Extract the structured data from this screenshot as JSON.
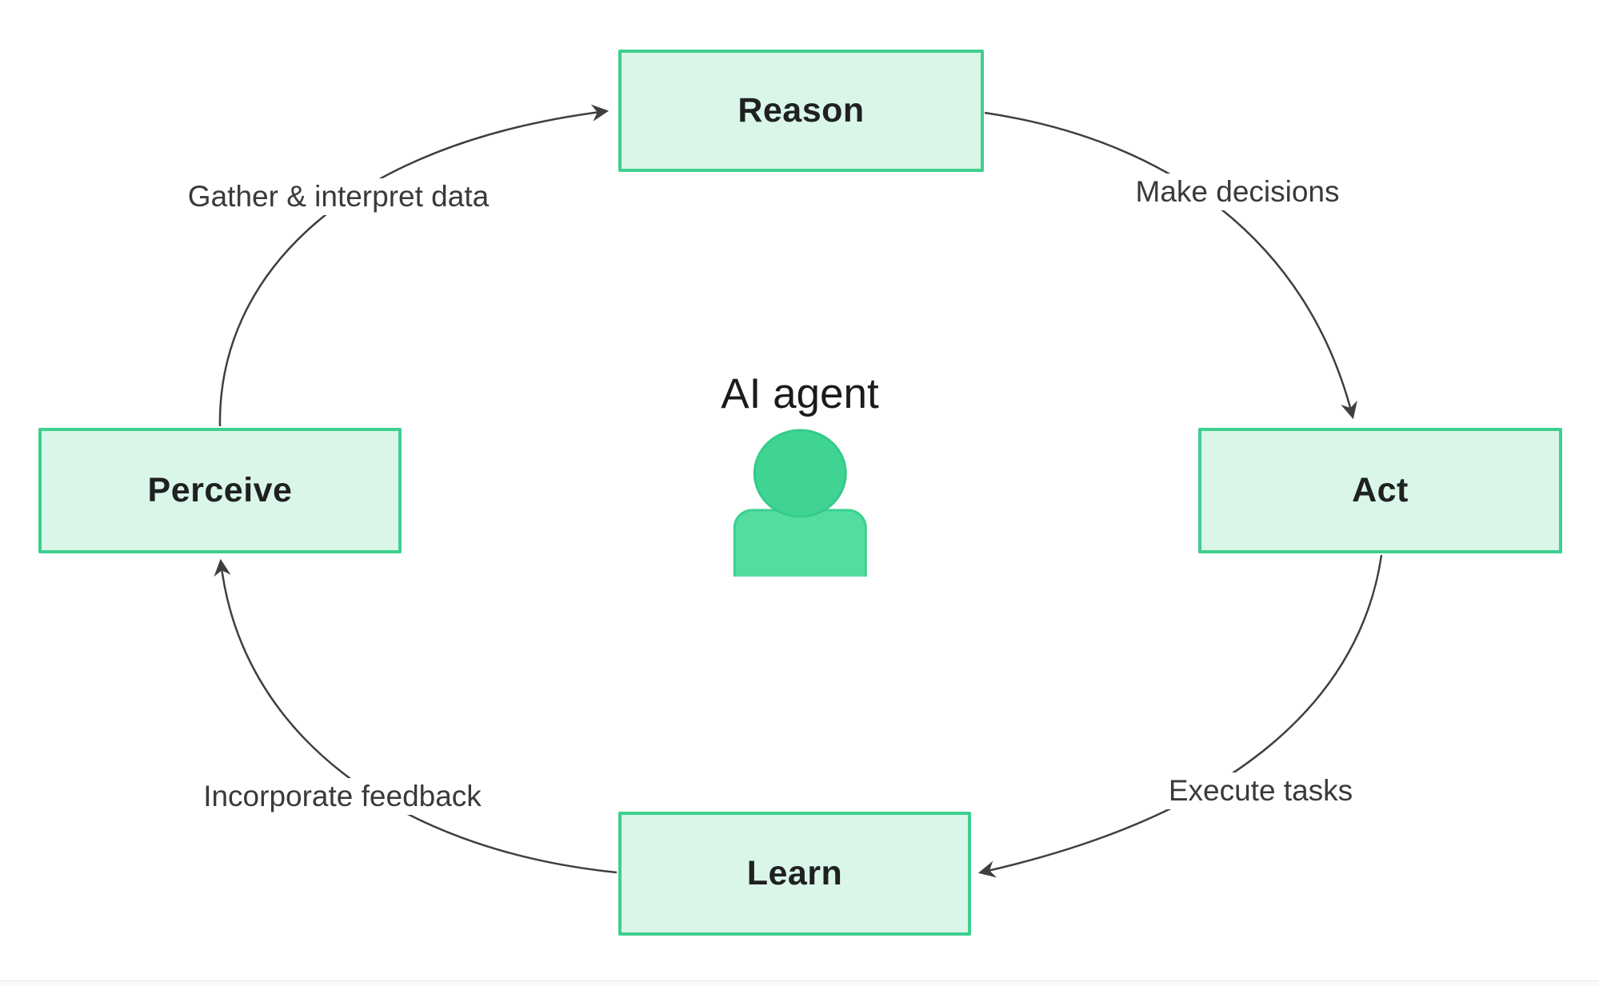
{
  "diagram": {
    "center": {
      "title": "AI agent",
      "icon": "person-icon"
    },
    "nodes": [
      {
        "id": "reason",
        "label": "Reason"
      },
      {
        "id": "act",
        "label": "Act"
      },
      {
        "id": "learn",
        "label": "Learn"
      },
      {
        "id": "perceive",
        "label": "Perceive"
      }
    ],
    "edges": [
      {
        "from": "Perceive",
        "to": "Reason",
        "label": "Gather & interpret data"
      },
      {
        "from": "Reason",
        "to": "Act",
        "label": "Make decisions"
      },
      {
        "from": "Act",
        "to": "Learn",
        "label": "Execute tasks"
      },
      {
        "from": "Learn",
        "to": "Perceive",
        "label": "Incorporate feedback"
      }
    ],
    "colors": {
      "node_fill": "#d9f6e9",
      "node_border": "#3ecf8e",
      "node_text": "#1f2121",
      "edge_line": "#3f3f3f",
      "edge_text": "#3a3a3a",
      "icon_head_fill": "#3fd492",
      "icon_body_fill": "#55dd9f",
      "background": "#ffffff"
    }
  }
}
